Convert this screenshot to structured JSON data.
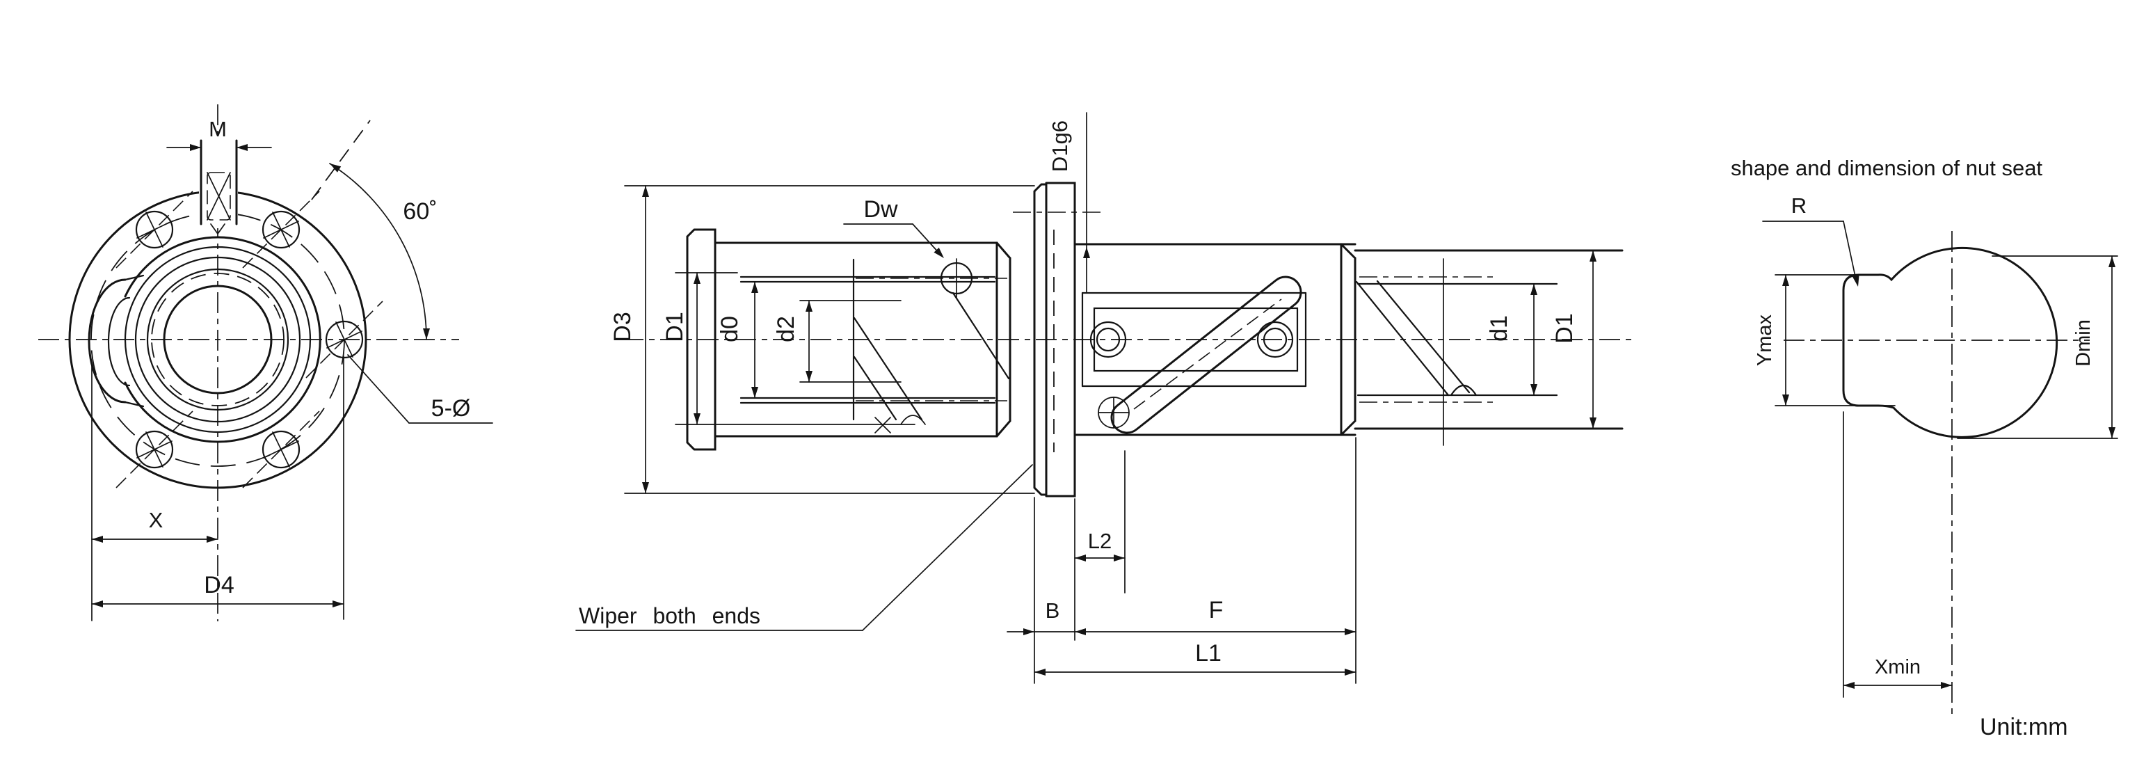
{
  "drawing": {
    "unit": "Unit:mm",
    "front_view": {
      "m": "M",
      "angle": "60˚",
      "bolt_holes": "5-Ø",
      "x": "X",
      "d4": "D4"
    },
    "section_view": {
      "d3": "D3",
      "d1_left": "D1",
      "d0": "d0",
      "d2": "d2",
      "dw": "Dw",
      "d1g6": "D1g6",
      "wiper_note": "Wiper both ends",
      "l2": "L2",
      "b": "B",
      "f": "F",
      "l1": "L1",
      "d1": "d1",
      "d1_right": "D1"
    },
    "seat_view": {
      "title": "shape and dimension of nut seat",
      "r": "R",
      "ymax": "Ymax",
      "dmin": "Dmin",
      "xmin": "Xmin"
    }
  }
}
